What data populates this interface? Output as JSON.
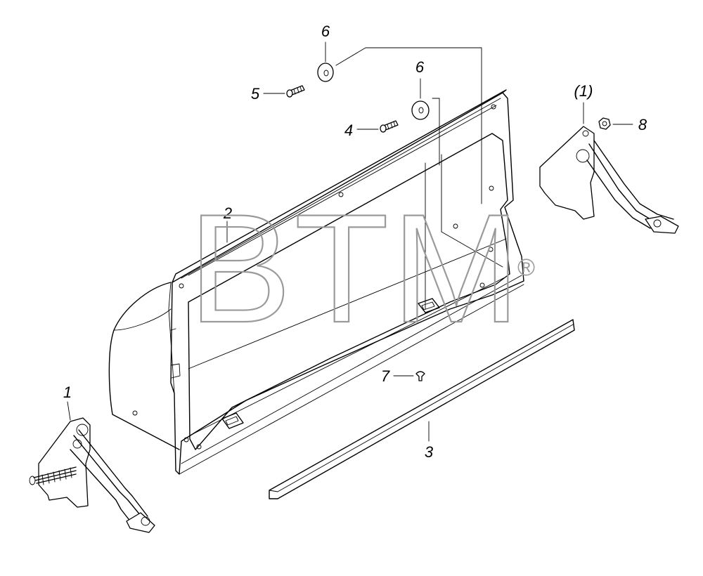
{
  "callouts": {
    "c1": "1",
    "c1_ref": "(1)",
    "c2": "2",
    "c3": "3",
    "c4": "4",
    "c5": "5",
    "c6a": "6",
    "c6b": "6",
    "c7": "7",
    "c8": "8"
  },
  "watermark": {
    "text": "BTM",
    "mark": "®"
  }
}
